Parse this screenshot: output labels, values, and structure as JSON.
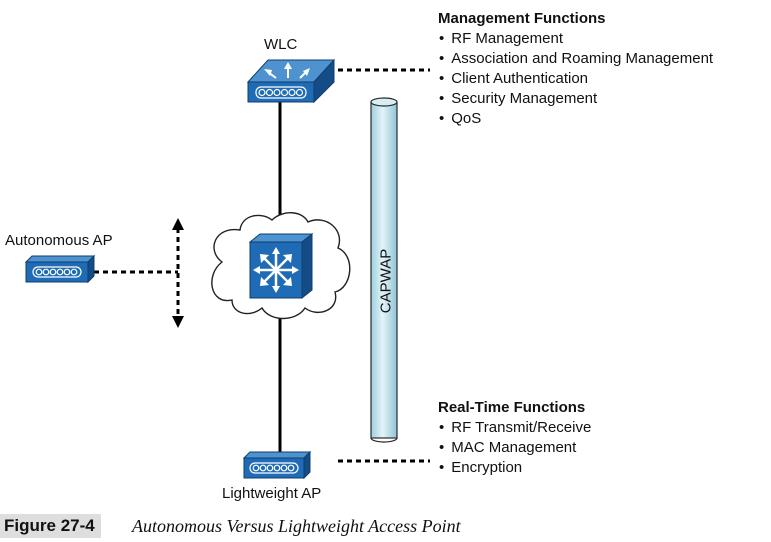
{
  "labels": {
    "wlc": "WLC",
    "autonomous_ap": "Autonomous AP",
    "lightweight_ap": "Lightweight AP",
    "capwap": "CAPWAP"
  },
  "management": {
    "title": "Management Functions",
    "items": [
      "RF Management",
      "Association and Roaming Management",
      "Client Authentication",
      "Security Management",
      "QoS"
    ]
  },
  "realtime": {
    "title": "Real-Time Functions",
    "items": [
      "RF Transmit/Receive",
      "MAC Management",
      "Encryption"
    ]
  },
  "caption": {
    "figure_word": "Figure",
    "figure_number": "27-4",
    "title": "Autonomous Versus Lightweight Access Point"
  },
  "colors": {
    "device_blue": "#1f6bb5",
    "tunnel_fill": "#bfe3ee",
    "line": "#000000"
  }
}
